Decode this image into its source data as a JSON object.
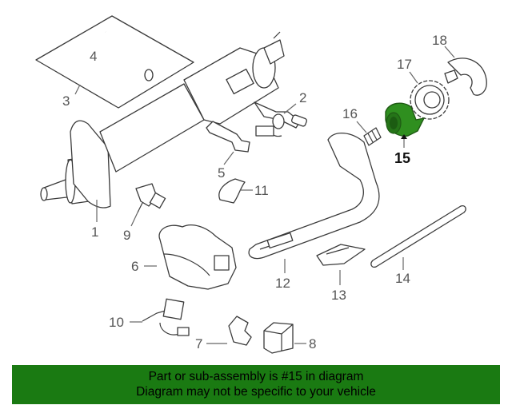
{
  "callouts": [
    {
      "id": "1",
      "label": "1"
    },
    {
      "id": "2",
      "label": "2"
    },
    {
      "id": "3",
      "label": "3"
    },
    {
      "id": "4",
      "label": "4"
    },
    {
      "id": "5",
      "label": "5"
    },
    {
      "id": "6",
      "label": "6"
    },
    {
      "id": "7",
      "label": "7"
    },
    {
      "id": "8",
      "label": "8"
    },
    {
      "id": "9",
      "label": "9"
    },
    {
      "id": "10",
      "label": "10"
    },
    {
      "id": "11",
      "label": "11"
    },
    {
      "id": "12",
      "label": "12"
    },
    {
      "id": "13",
      "label": "13"
    },
    {
      "id": "14",
      "label": "14"
    },
    {
      "id": "15",
      "label": "15"
    },
    {
      "id": "16",
      "label": "16"
    },
    {
      "id": "17",
      "label": "17"
    },
    {
      "id": "18",
      "label": "18"
    }
  ],
  "highlighted_part": "15",
  "colors": {
    "highlight": "#2f8f1f",
    "banner": "#1a7a12",
    "lines": "#3a3a3a"
  },
  "banner": {
    "line1": "Part or sub-assembly is #15 in diagram",
    "line2": "Diagram may not be specific to your vehicle"
  }
}
